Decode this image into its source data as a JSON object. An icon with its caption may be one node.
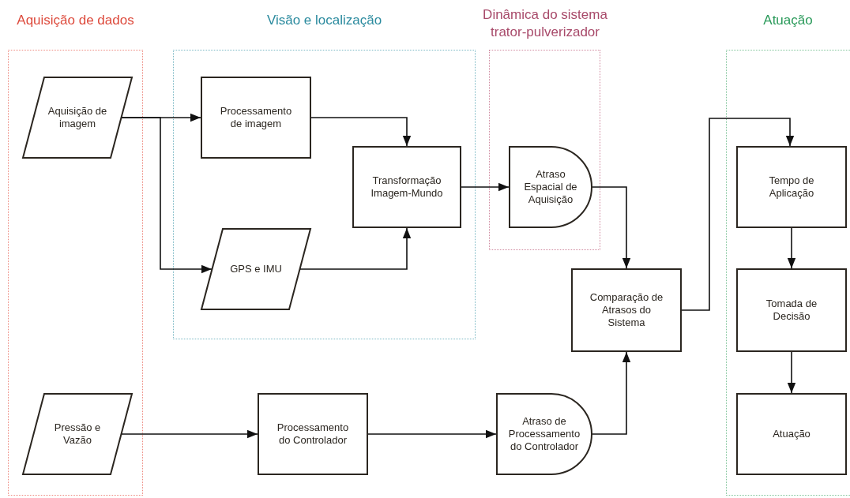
{
  "diagram": {
    "nodes": [
      {
        "text": [
          "Aquisição de dados"
        ]
      },
      {
        "text": [
          "Aquisição de imagem"
        ],
        "in": 0
      },
      {
        "text": [
          "Pressão e Vazão"
        ],
        "in": 0
      },
      {
        "text": [
          "Visão e localização"
        ]
      },
      {
        "text": [
          "Processamento de imagem"
        ],
        "in": 3
      },
      {
        "text": [
          "Transformação Imagem-Mundo"
        ],
        "in": 3
      },
      {
        "text": [
          "GPS e IMU"
        ],
        "in": 3
      },
      {
        "text": [
          "Dinâmica do sistema trator-pulverizador"
        ]
      },
      {
        "text": [
          "Atraso Espacial de Aquisição"
        ],
        "in": 7
      },
      {
        "text": [
          "Comparação de Atrasos do Sistema"
        ]
      },
      {
        "text": [
          "Processamento do Controlador"
        ]
      },
      {
        "text": [
          "Atraso de Processamento do Controlador"
        ]
      },
      {
        "text": [
          "Atuação"
        ]
      },
      {
        "text": [
          "Tempo de Aplicação"
        ],
        "in": 12
      },
      {
        "text": [
          "Tomada de Decisão"
        ],
        "in": 12
      },
      {
        "text": [
          "Atuação"
        ],
        "in": 12
      }
    ],
    "edges": [
      {
        "from": 1,
        "to": 4,
        "arrow": "to"
      },
      {
        "from": 1,
        "to": 6,
        "arrow": "to"
      },
      {
        "from": 4,
        "to": 5,
        "arrow": "to"
      },
      {
        "from": 6,
        "to": 5,
        "arrow": "to"
      },
      {
        "from": 5,
        "to": 8,
        "arrow": "to"
      },
      {
        "from": 8,
        "to": 9,
        "arrow": "to"
      },
      {
        "from": 2,
        "to": 10,
        "arrow": "to"
      },
      {
        "from": 10,
        "to": 11,
        "arrow": "to"
      },
      {
        "from": 11,
        "to": 9,
        "arrow": "to"
      },
      {
        "from": 9,
        "to": 13,
        "arrow": "to"
      },
      {
        "from": 13,
        "to": 14,
        "arrow": "to"
      },
      {
        "from": 14,
        "to": 15,
        "arrow": "to"
      }
    ]
  }
}
